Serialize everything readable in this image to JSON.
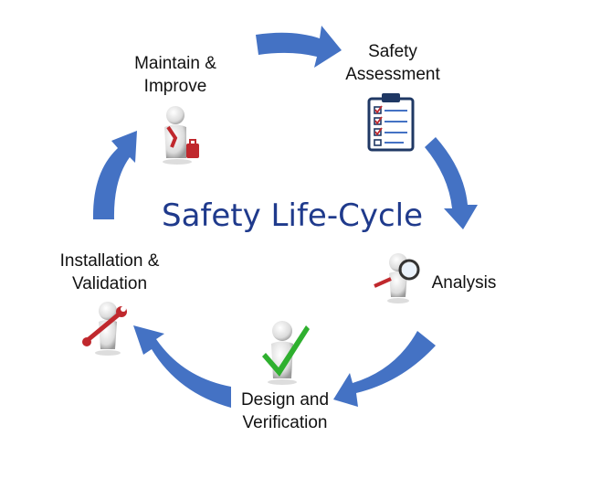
{
  "title": "Safety Life-Cycle",
  "stages": [
    {
      "line1": "Safety",
      "line2": "Assessment",
      "icon": "clipboard-checklist-icon"
    },
    {
      "line1": "Analysis",
      "line2": "",
      "icon": "magnifier-figure-icon"
    },
    {
      "line1": "Design and",
      "line2": "Verification",
      "icon": "checkmark-figure-icon"
    },
    {
      "line1": "Installation &",
      "line2": "Validation",
      "icon": "wrench-figure-icon"
    },
    {
      "line1": "Maintain &",
      "line2": "Improve",
      "icon": "toolbox-figure-icon"
    }
  ],
  "colors": {
    "arrow": "#4472c4",
    "title": "#1f3a8c",
    "clipboard": "#1f3864",
    "check": "#2fb02f",
    "tool_red": "#c0282d",
    "figure": "#e8e8e8"
  }
}
